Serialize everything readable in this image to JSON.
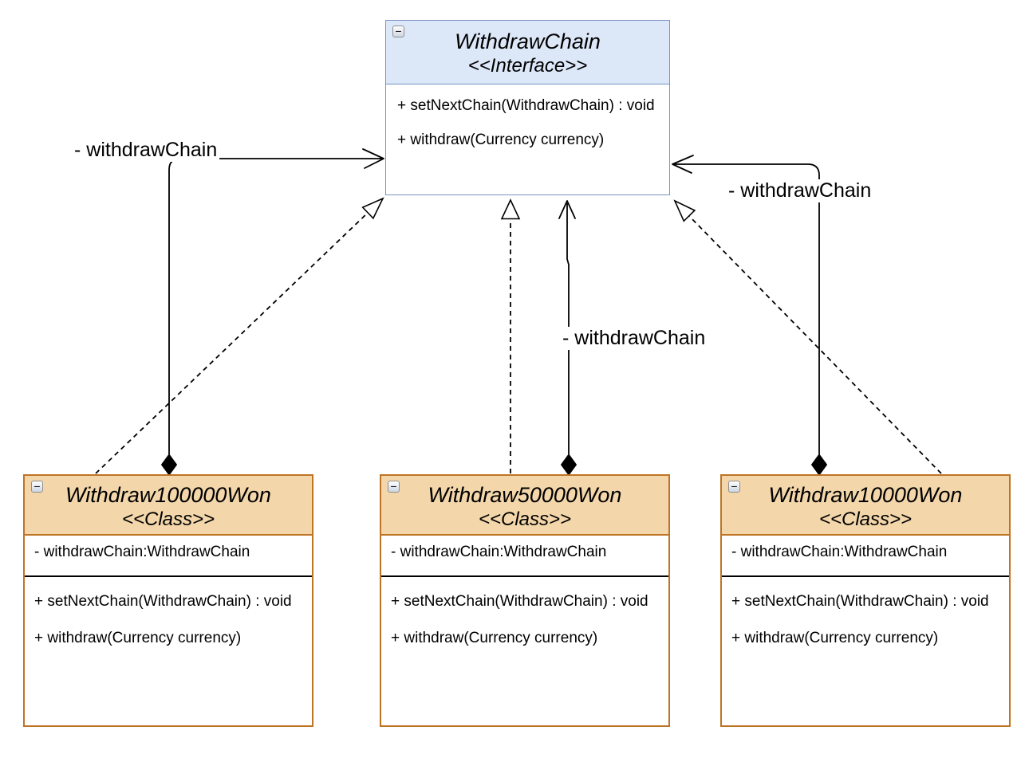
{
  "colors": {
    "background": "#ffffff",
    "text": "#000000",
    "line": "#000000",
    "interface_header_fill": "#dce7f8",
    "interface_border": "#7a93c4",
    "class_header_fill": "#f3d6aa",
    "class_border": "#be7425",
    "collapse_icon_border": "#8f8f8f"
  },
  "icons": {
    "collapse_glyph": "−"
  },
  "interface": {
    "name": "WithdrawChain",
    "stereotype": "<<Interface>>",
    "methods": [
      "+ setNextChain(WithdrawChain) : void",
      "+ withdraw(Currency currency)"
    ]
  },
  "classes": [
    {
      "name": "Withdraw100000Won",
      "stereotype": "<<Class>>",
      "attributes": [
        "- withdrawChain:WithdrawChain"
      ],
      "methods": [
        "+ setNextChain(WithdrawChain) : void",
        "+ withdraw(Currency currency)"
      ]
    },
    {
      "name": "Withdraw50000Won",
      "stereotype": "<<Class>>",
      "attributes": [
        "- withdrawChain:WithdrawChain"
      ],
      "methods": [
        "+ setNextChain(WithdrawChain) : void",
        "+ withdraw(Currency currency)"
      ]
    },
    {
      "name": "Withdraw10000Won",
      "stereotype": "<<Class>>",
      "attributes": [
        "- withdrawChain:WithdrawChain"
      ],
      "methods": [
        "+ setNextChain(WithdrawChain) : void",
        "+ withdraw(Currency currency)"
      ]
    }
  ],
  "edges": {
    "realizations": [
      {
        "from": "Withdraw100000Won",
        "to": "WithdrawChain"
      },
      {
        "from": "Withdraw50000Won",
        "to": "WithdrawChain"
      },
      {
        "from": "Withdraw10000Won",
        "to": "WithdrawChain"
      }
    ],
    "associations": [
      {
        "from": "Withdraw100000Won",
        "to": "WithdrawChain",
        "label": "- withdrawChain"
      },
      {
        "from": "Withdraw50000Won",
        "to": "WithdrawChain",
        "label": "- withdrawChain"
      },
      {
        "from": "Withdraw10000Won",
        "to": "WithdrawChain",
        "label": "- withdrawChain"
      }
    ]
  }
}
